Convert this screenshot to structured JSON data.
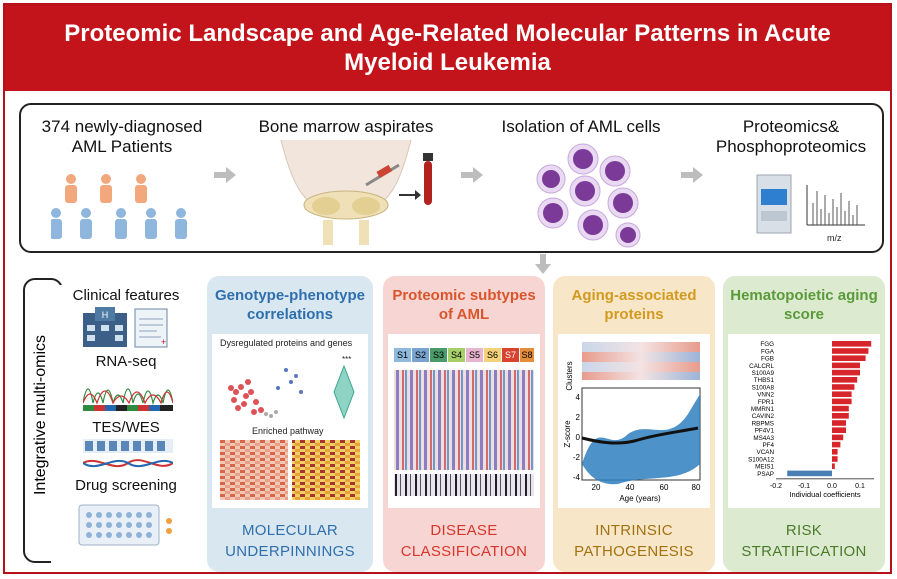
{
  "title": "Proteomic Landscape and Age-Related Molecular Patterns in Acute Myeloid Leukemia",
  "workflow": {
    "step1": "374 newly-diagnosed AML Patients",
    "step1_line1": "374 newly-diagnosed",
    "step1_line2": "AML Patients",
    "step2": "Bone marrow aspirates",
    "step3": "Isolation of AML cells",
    "step4_line1": "Proteomics&",
    "step4_line2": "Phosphoproteomics",
    "mz_label": "m/z"
  },
  "integrative_label": "Integrative multi-omics",
  "omics": {
    "clinical": "Clinical features",
    "rnaseq": "RNA-seq",
    "teswes": "TES/WES",
    "drug": "Drug screening"
  },
  "panels": [
    {
      "head": "Genotype-phenotype correlations",
      "head1": "Genotype-phenotype",
      "head2": "correlations",
      "foot1": "MOLECULAR",
      "foot2": "UNDERPINNINGS",
      "sub1": "Dysregulated proteins and genes",
      "sub2": "Enriched pathway",
      "stars": "***"
    },
    {
      "head1": "Proteomic subtypes",
      "head2": "of AML",
      "foot1": "DISEASE",
      "foot2": "CLASSIFICATION",
      "subtypes": [
        "S1",
        "S2",
        "S3",
        "S4",
        "S5",
        "S6",
        "S7",
        "S8"
      ]
    },
    {
      "head1": "Aging-associated",
      "head2": "proteins",
      "foot1": "INTRINSIC",
      "foot2": "PATHOGENESIS",
      "clusters_label": "Clusters",
      "zscore_label": "Z-score",
      "xlabel": "Age (years)",
      "yticks": [
        "4",
        "2",
        "0",
        "-2",
        "-4"
      ],
      "xticks": [
        "20",
        "40",
        "60",
        "80"
      ]
    },
    {
      "head1": "Hematopoietic aging",
      "head2": "score",
      "foot1": "RISK",
      "foot2": "STRATIFICATION",
      "xlabel": "Individual coefficients",
      "xticks": [
        "-0.2",
        "-0.1",
        "0.0",
        "0.1"
      ]
    }
  ],
  "chart_data": {
    "type": "bar",
    "categories": [
      "FGG",
      "FGA",
      "FGB",
      "CALCRL",
      "S100A9",
      "THBS1",
      "S100A8",
      "VNN2",
      "FPR1",
      "MMRN1",
      "CAVIN2",
      "RBPMS",
      "PF4V1",
      "MS4A3",
      "PF4",
      "VCAN",
      "S100A12",
      "MEIS1",
      "PSAP"
    ],
    "values": [
      0.14,
      0.13,
      0.12,
      0.1,
      0.1,
      0.09,
      0.08,
      0.07,
      0.07,
      0.06,
      0.06,
      0.05,
      0.05,
      0.04,
      0.03,
      0.02,
      0.02,
      0.01,
      -0.16
    ],
    "xlabel": "Individual coefficients",
    "xlim": [
      -0.2,
      0.15
    ]
  },
  "colors": {
    "title_bg": "#c4141b",
    "panel1_head": "#d9e7f1",
    "panel1_text": "#2f6fad",
    "panel2_head": "#f6d5d2",
    "panel2_text": "#d9562c",
    "panel3_head": "#f8e6c8",
    "panel3_text": "#d29a1e",
    "panel4_head": "#dcebd0",
    "panel4_text": "#5a9a3a"
  }
}
